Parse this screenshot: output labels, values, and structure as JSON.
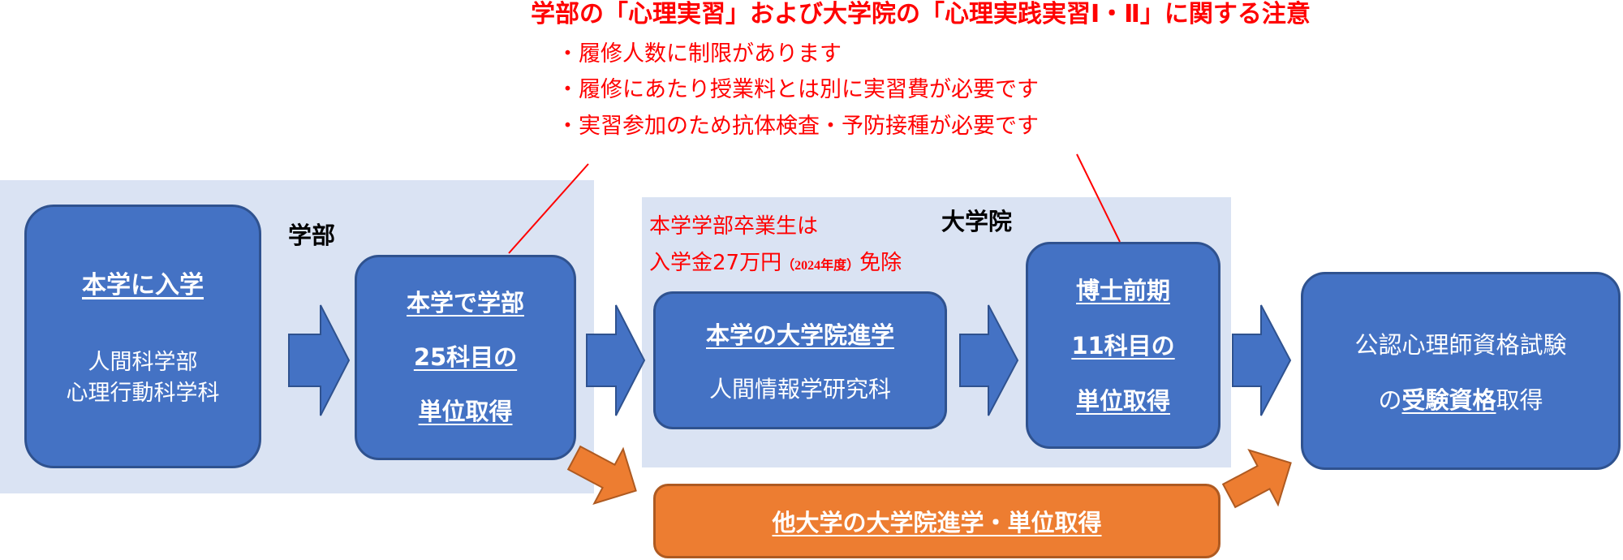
{
  "notice": {
    "title": "学部の「心理実習」および大学院の「心理実践実習Ⅰ・Ⅱ」に関する注意",
    "items": [
      "・履修人数に制限があります",
      "・履修にあたり授業料とは別に実習費が必要です",
      "・実習参加のため抗体検査・予防接種が必要です"
    ]
  },
  "sections": {
    "undergrad": "学部",
    "graduate": "大学院"
  },
  "boxes": {
    "entry": {
      "title": "本学に入学",
      "line1": "人間科学部",
      "line2": "心理行動科学科"
    },
    "undergrad_credits": {
      "line1": "本学で学部",
      "line2": "25科目の",
      "line3": "単位取得"
    },
    "grad_entry": {
      "title": "本学の大学院進学",
      "sub": "人間情報学研究科"
    },
    "master_credits": {
      "line1": "博士前期",
      "line2": "11科目の",
      "line3": "単位取得"
    },
    "exam": {
      "line1": "公認心理師資格試験",
      "line2_pre": "の",
      "line2_bold": "受験資格",
      "line2_post": "取得"
    },
    "other_grad": {
      "title": "他大学の大学院進学・単位取得"
    }
  },
  "fee_note": {
    "line1": "本学学部卒業生は",
    "line2_pre": "入学金27万円",
    "line2_year": "（2024年度）",
    "line2_post": "免除"
  },
  "colors": {
    "box_fill": "#4472c4",
    "box_border": "#2f528f",
    "region_fill": "#dae3f3",
    "orange": "#ed7d31",
    "orange_border": "#ae5a21",
    "note_red": "#ff0000"
  }
}
